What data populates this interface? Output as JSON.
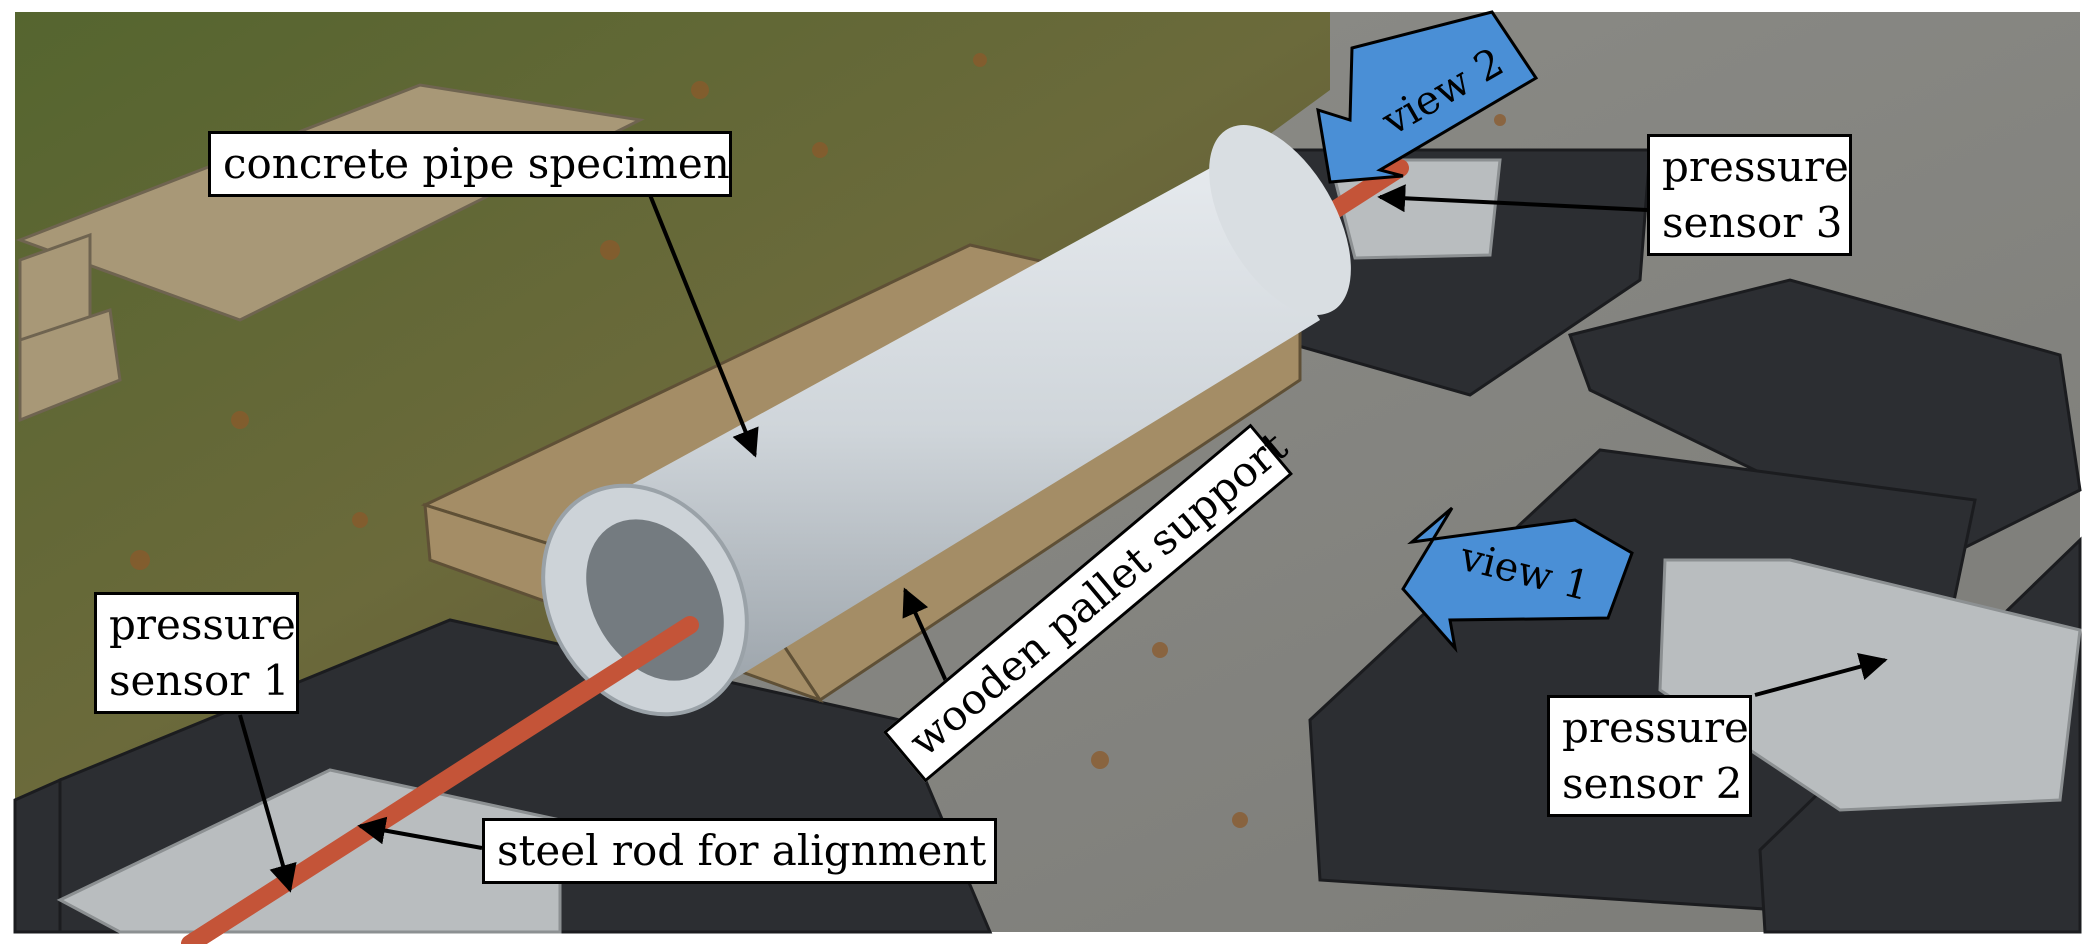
{
  "labels": {
    "concrete_pipe": "concrete pipe specimen",
    "pressure_sensor_1": [
      "pressure",
      "sensor 1"
    ],
    "pressure_sensor_2": [
      "pressure",
      "sensor 2"
    ],
    "pressure_sensor_3": [
      "pressure",
      "sensor 3"
    ],
    "steel_rod": "steel rod for alignment",
    "wooden_pallet": "wooden pallet support",
    "view_1": "view 1",
    "view_2": "view 2"
  },
  "colors": {
    "arrow_fill": "#4a8fd6",
    "rod": "#c8583b",
    "pipe": "#d3d8dd",
    "mat": "#2b2d31",
    "asphalt": "#8a8a86",
    "grass": "#5d6b3a",
    "pallet": "#9b8a6a"
  }
}
